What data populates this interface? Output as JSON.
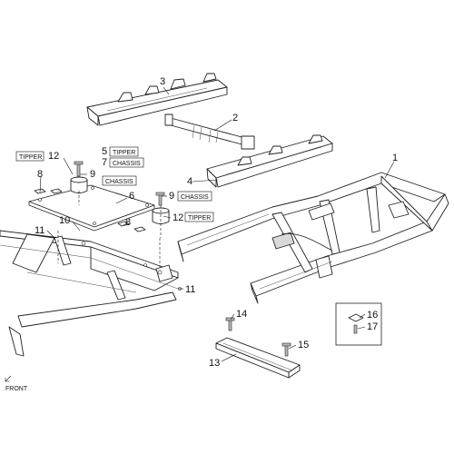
{
  "labels": {
    "c1": "1",
    "c2": "2",
    "c3": "3",
    "c4": "4",
    "c5": "5",
    "c6": "6",
    "c7": "7",
    "c8": "8",
    "c9a": "9",
    "c9b": "9",
    "c10": "10",
    "c11a": "11",
    "c11b": "11",
    "c12a": "12",
    "c12b": "12",
    "c13": "13",
    "c14": "14",
    "c15": "15",
    "c16": "16",
    "c17": "17"
  },
  "tags": {
    "tipper_left": "TIPPER",
    "tipper_5": "TIPPER",
    "chassis_7": "CHASSIS",
    "chassis_mid": "CHASSIS",
    "chassis_9": "CHASSIS",
    "tipper_12": "TIPPER"
  },
  "front_label": "FRONT"
}
